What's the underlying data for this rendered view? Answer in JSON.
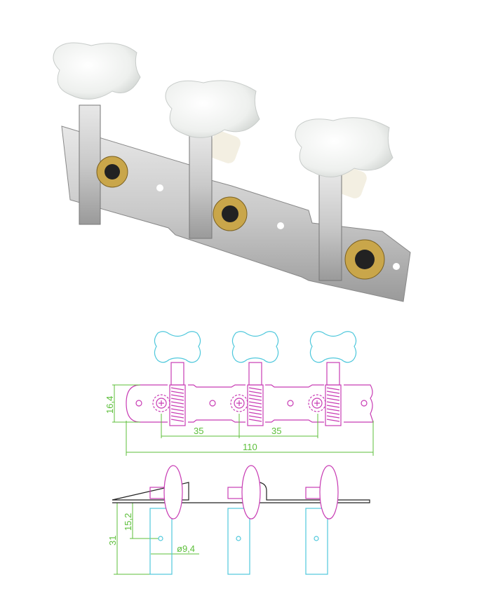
{
  "product": {
    "name_hidden": null
  },
  "drawing": {
    "dim_height": "16,4",
    "dim_spacing_1": "35",
    "dim_spacing_2": "35",
    "dim_total_length": "110",
    "dim_post_length": "31",
    "dim_hole_position": "15,2",
    "dim_post_diameter": "ø9,4"
  },
  "colors": {
    "button_outline": "#4fc8dc",
    "mechanism_outline": "#c83cb4",
    "dimension": "#5cbf3a",
    "plate_side": "#222222"
  }
}
